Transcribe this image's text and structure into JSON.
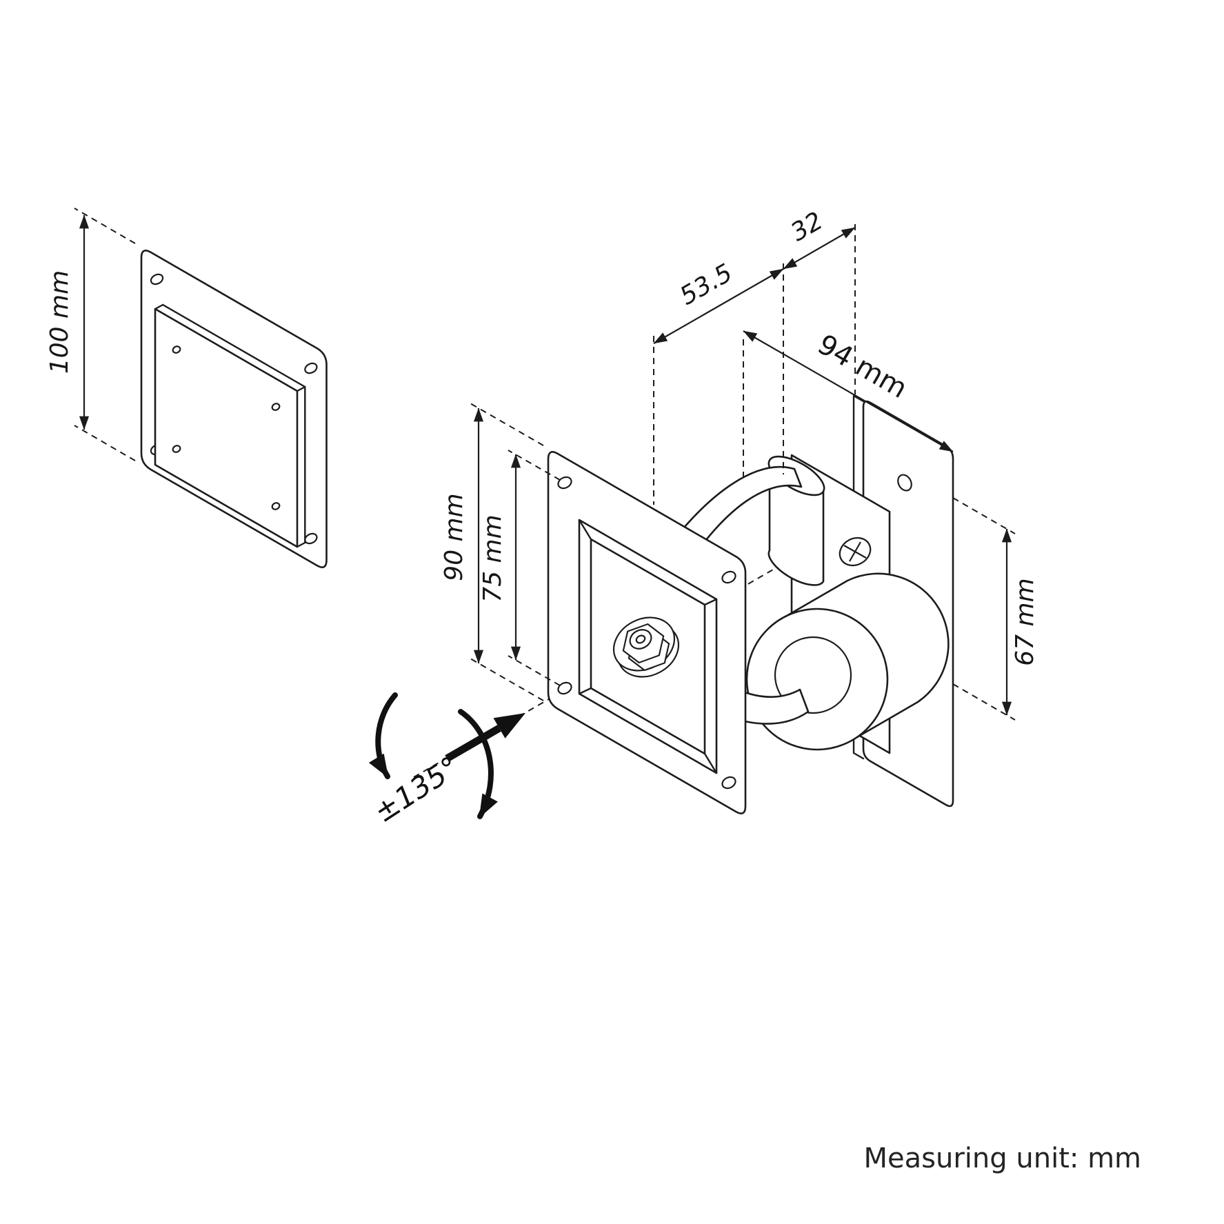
{
  "colors": {
    "line": "#1c1c1c",
    "background": "#ffffff",
    "arrow": "#111111"
  },
  "labels": {
    "plate_100": "100 mm",
    "plate_90": "90 mm",
    "holes_75": "75 mm",
    "depth_53_5": "53.5",
    "depth_32": "32",
    "back_94": "94 mm",
    "back_67": "67 mm",
    "rotation": "±135°"
  },
  "footer": {
    "measuring_unit": "Measuring unit: mm"
  }
}
